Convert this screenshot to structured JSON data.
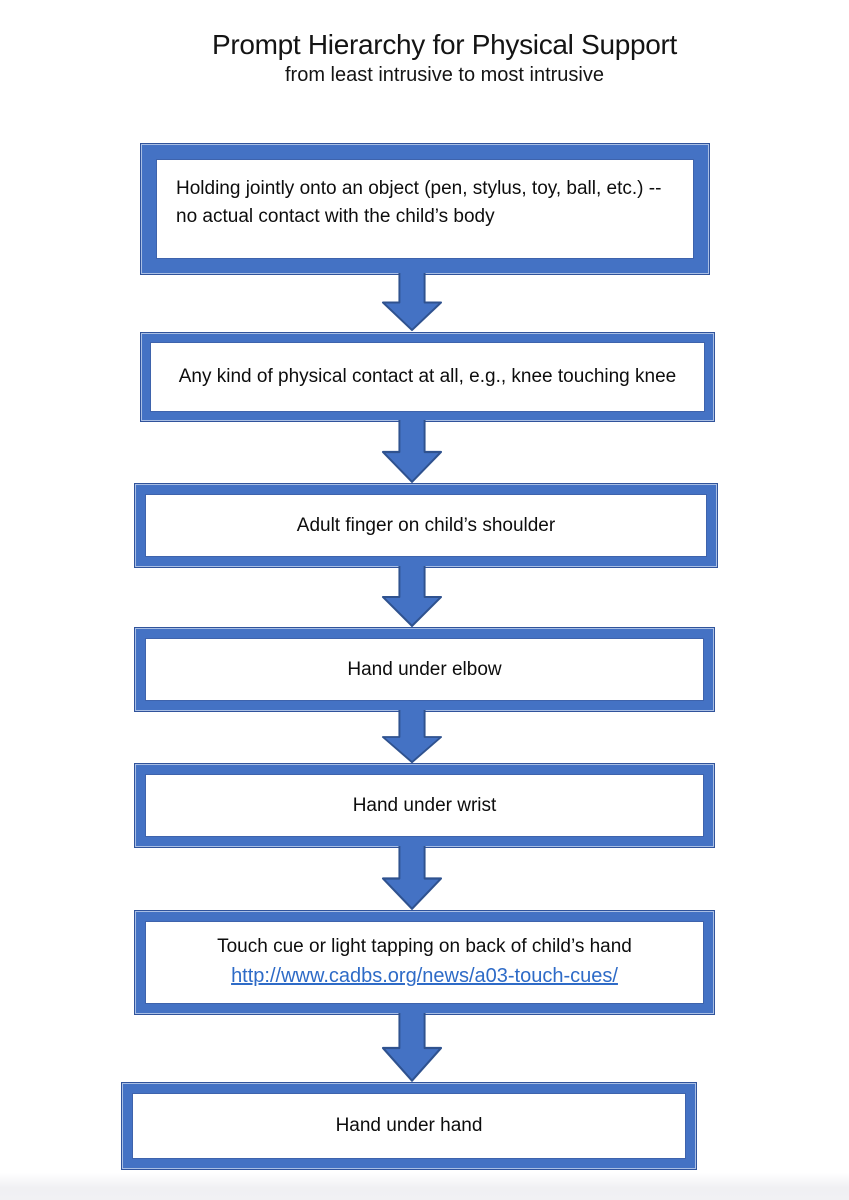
{
  "header": {
    "title": "Prompt Hierarchy for Physical Support",
    "subtitle": "from least intrusive to most intrusive"
  },
  "colors": {
    "shape_fill": "#4472C4",
    "shape_outline": "#2F528F",
    "link_color": "#2E6BC7",
    "text_color": "#0D0D0D"
  },
  "flowchart": {
    "type": "vertical-flow",
    "connector": "block-arrow-down",
    "order_note": "top = least intrusive, bottom = most intrusive",
    "steps": [
      {
        "label": "Holding jointly onto an object (pen, stylus, toy, ball, etc.) -- no actual contact with the child’s body",
        "align": "left"
      },
      {
        "label": "Any kind of physical contact at all, e.g., knee touching knee",
        "align": "center"
      },
      {
        "label": "Adult finger on child’s shoulder",
        "align": "center"
      },
      {
        "label": "Hand under elbow",
        "align": "center"
      },
      {
        "label": "Hand under wrist",
        "align": "center"
      },
      {
        "label": "Touch cue or light tapping on back of child’s hand",
        "link": "http://www.cadbs.org/news/a03-touch-cues/",
        "align": "center"
      },
      {
        "label": "Hand under hand",
        "align": "center"
      }
    ]
  }
}
